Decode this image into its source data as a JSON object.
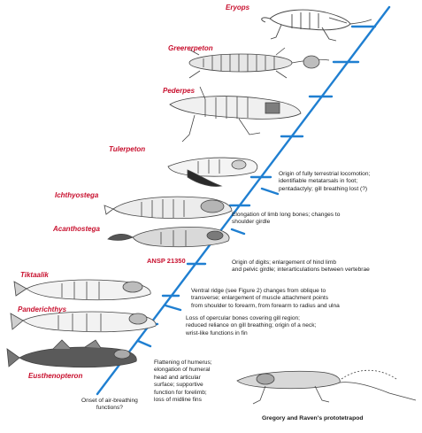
{
  "taxa": [
    {
      "key": "eryops",
      "name": "Eryops"
    },
    {
      "key": "greererpeton",
      "name": "Greererpeton"
    },
    {
      "key": "pederpes",
      "name": "Pederpes"
    },
    {
      "key": "tulerpeton",
      "name": "Tulerpeton"
    },
    {
      "key": "ichthyostega",
      "name": "Ichthyostega"
    },
    {
      "key": "acanthostega",
      "name": "Acanthostega"
    },
    {
      "key": "tiktaalik",
      "name": "Tiktaalik"
    },
    {
      "key": "panderichthys",
      "name": "Panderichthys"
    },
    {
      "key": "eusthenopteron",
      "name": "Eusthenopteron"
    }
  ],
  "specimen": "ANSP 21350",
  "notes": {
    "terrestrial": [
      "Origin of fully terrestrial locomotion;",
      "identifiable metatarsals in foot;",
      "pentadactyly; gill breathing lost (?)"
    ],
    "limb": [
      "Elongation of limb long bones; changes to",
      "shoulder girdle"
    ],
    "digits": [
      "Origin of digits; enlargement of hind limb",
      "and pelvic girdle; interarticulations between vertebrae"
    ],
    "ridge": [
      "Ventral ridge (see Figure 2) changes from oblique to",
      "transverse; enlargement of muscle attachment points",
      "from shoulder to forearm, from forearm to radius and ulna"
    ],
    "opercular": [
      "Loss of opercular bones covering gill region;",
      "reduced reliance on gill breathing; origin of a neck;",
      "wrist-like functions in fin"
    ],
    "humerus": [
      "Flattening of humerus;",
      "elongation of humeral",
      "head and articular",
      "surface; supportive",
      "function for forelimb;",
      "loss of midline fins"
    ],
    "air": [
      "Onset of air-breathing",
      "functions?"
    ]
  },
  "caption": "Gregory and Raven's prototetrapod",
  "colors": {
    "axis": "#1f7fd1",
    "taxon": "#c8102e",
    "ink": "#1a1a1a",
    "drawing": "#444444"
  }
}
